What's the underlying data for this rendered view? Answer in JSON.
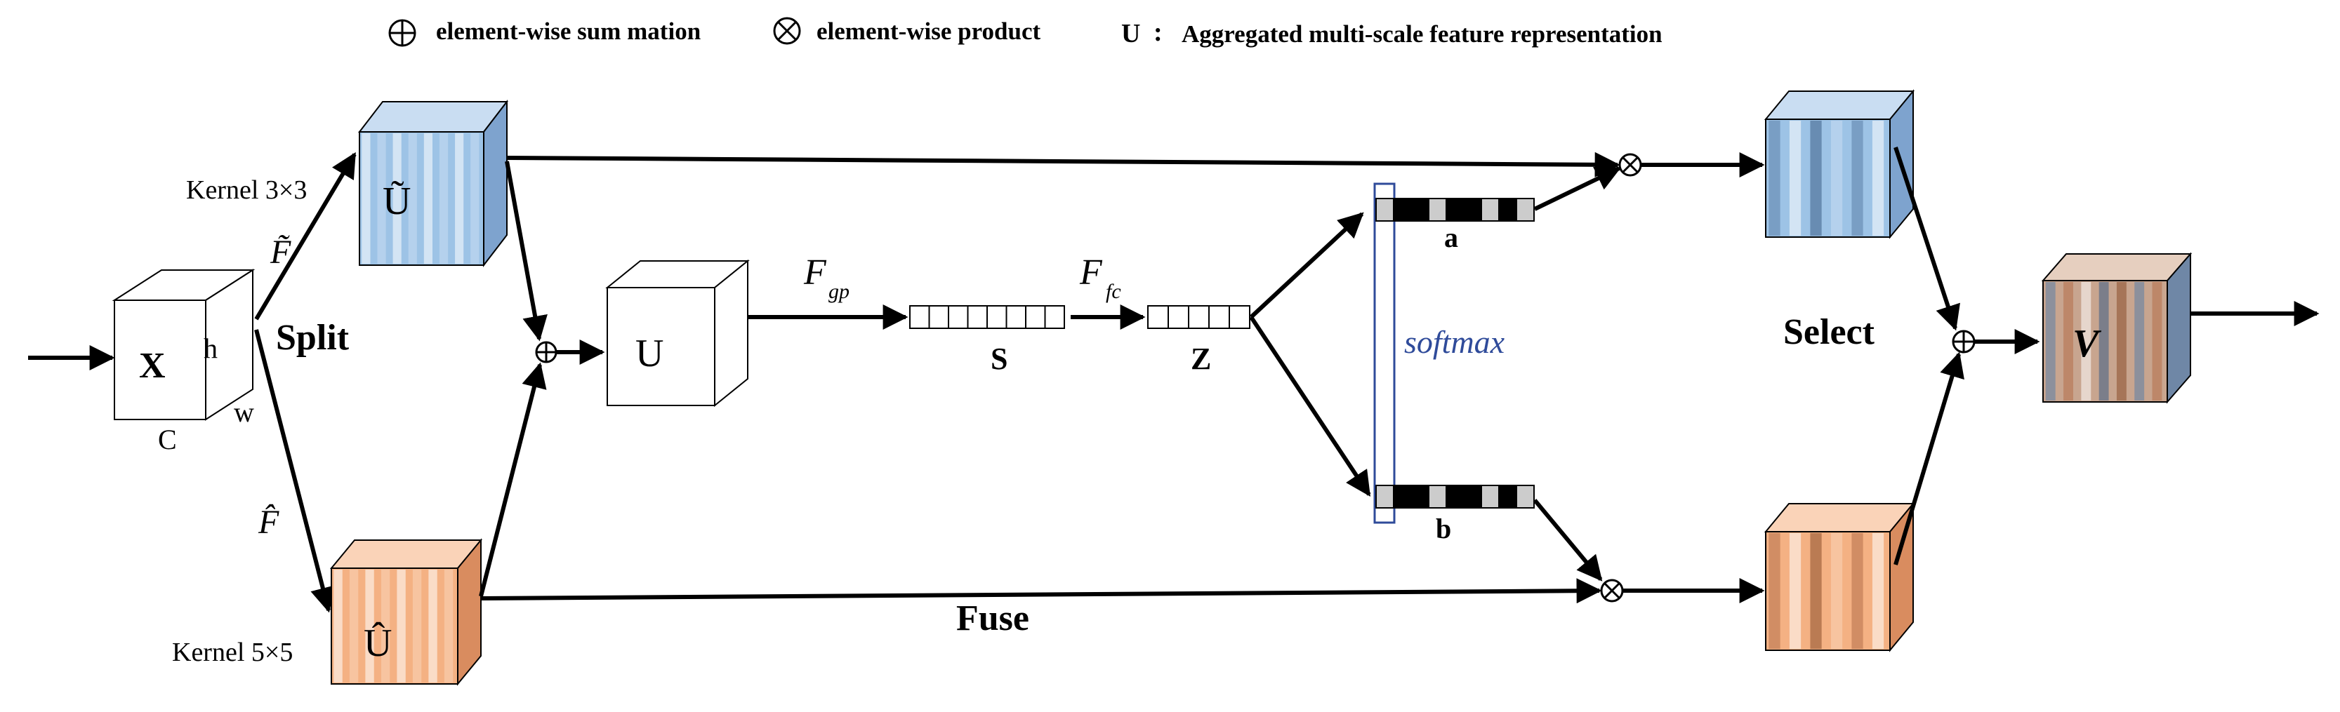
{
  "legend": {
    "sum_label": "element-wise sum mation",
    "product_label": "element-wise product",
    "u_key": "U",
    "u_colon": ":",
    "u_desc": "Aggregated multi-scale feature representation"
  },
  "input": {
    "x_label": "X",
    "h_label": "h",
    "w_label": "w",
    "c_label": "C"
  },
  "split": {
    "title": "Split",
    "kernel_top": "Kernel 3×3",
    "kernel_bottom": "Kernel 5×5",
    "f_top": "F̃",
    "f_bottom": "F̂",
    "u_tilde": "Ũ",
    "u_hat": "Û"
  },
  "fuse": {
    "title": "Fuse",
    "u_label": "U",
    "gp_main": "F",
    "gp_sub": "gp",
    "fc_main": "F",
    "fc_sub": "fc",
    "s_label": "S",
    "z_label": "Z"
  },
  "select": {
    "title": "Select",
    "softmax": "softmax",
    "a_label": "a",
    "b_label": "b",
    "v_label": "V"
  },
  "colors": {
    "blue": "#9dc3e6",
    "blue_dark": "#5b7fa8",
    "orange": "#f4b183",
    "orange_dark": "#b5704a",
    "softmax_border": "#2f4b9a"
  }
}
